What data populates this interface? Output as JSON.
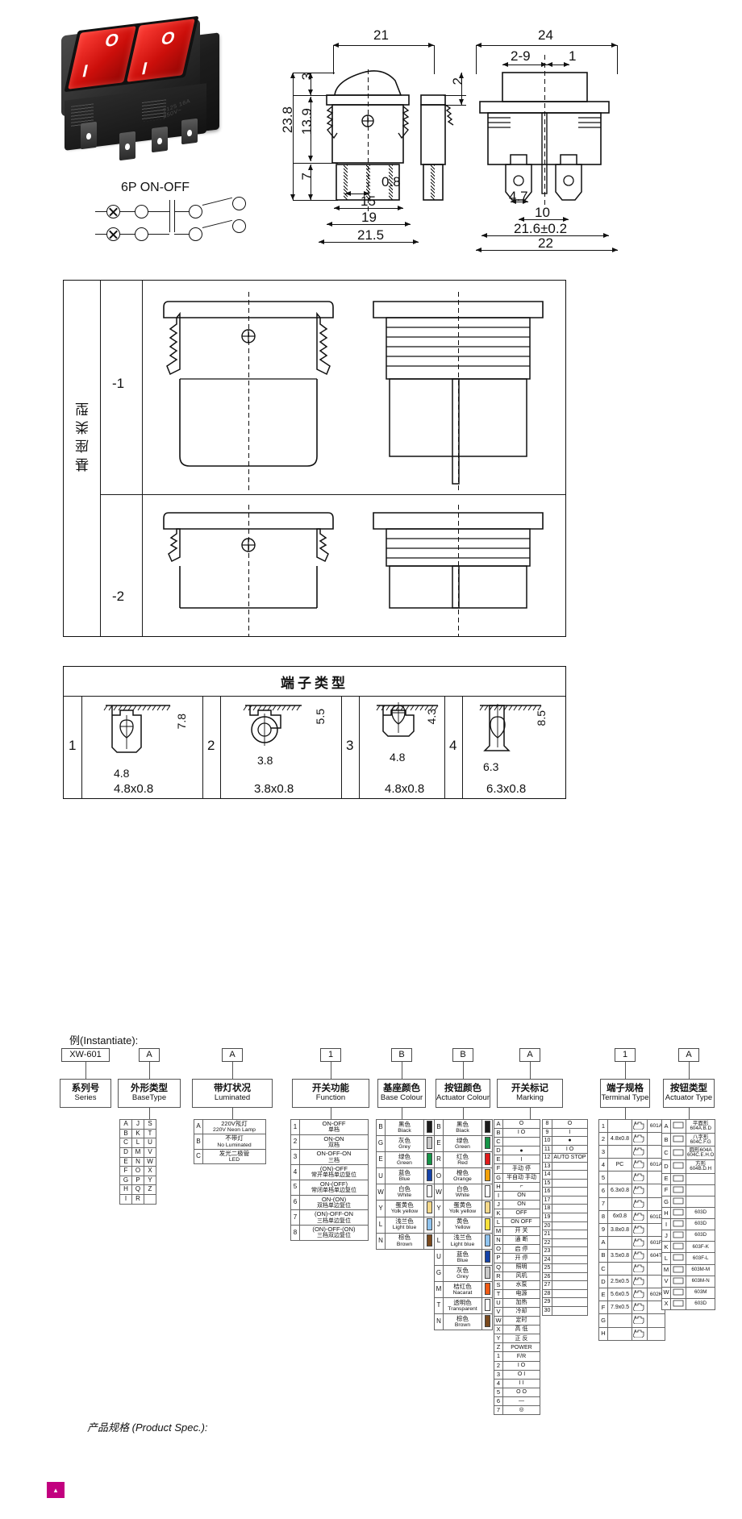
{
  "product": {
    "series": "XW-601",
    "switch_label": "6P  ON-OFF",
    "body_marking": "T125 16A 250V~"
  },
  "front_view": {
    "dims": [
      "21",
      "3",
      "23.8",
      "13.9",
      "7",
      "0.8",
      "15",
      "19",
      "21.5"
    ]
  },
  "side_view": {
    "dims": [
      "2"
    ]
  },
  "bottom_view": {
    "dims": [
      "24",
      "2-9",
      "1",
      "4.7",
      "10",
      "21.6±0.2",
      "22"
    ]
  },
  "base_type": {
    "title_cn": "基座类型",
    "rows": [
      "-1",
      "-2"
    ]
  },
  "terminal_type": {
    "title_cn": "端子类型",
    "items": [
      {
        "no": "1",
        "w": "4.8",
        "h": "7.8",
        "spec": "4.8x0.8"
      },
      {
        "no": "2",
        "w": "3.8",
        "h": "5.5",
        "spec": "3.8x0.8"
      },
      {
        "no": "3",
        "w": "4.8",
        "h": "4.3",
        "spec": "4.8x0.8"
      },
      {
        "no": "4",
        "w": "6.3",
        "h": "8.5",
        "spec": "6.3x0.8"
      }
    ]
  },
  "ordering": {
    "heading": "例(Instantiate):",
    "example_codes": [
      "XW-601",
      "A",
      "A",
      "1",
      "B",
      "B",
      "A",
      "1",
      "A"
    ],
    "columns": [
      {
        "cn": "系列号",
        "en": "Series"
      },
      {
        "cn": "外形类型",
        "en": "BaseType"
      },
      {
        "cn": "带灯状况",
        "en": "Luminated"
      },
      {
        "cn": "开关功能",
        "en": "Function"
      },
      {
        "cn": "基座颜色",
        "en": "Base Colour"
      },
      {
        "cn": "按钮颜色",
        "en": "Actuator Colour"
      },
      {
        "cn": "开关标记",
        "en": "Marking"
      },
      {
        "cn": "端子规格",
        "en": "Terminal Type"
      },
      {
        "cn": "按钮类型",
        "en": "Actuator Type"
      }
    ],
    "base_type_letters": [
      [
        "A",
        "J",
        "S"
      ],
      [
        "B",
        "K",
        "T"
      ],
      [
        "C",
        "L",
        "U"
      ],
      [
        "D",
        "M",
        "V"
      ],
      [
        "E",
        "N",
        "W"
      ],
      [
        "F",
        "O",
        "X"
      ],
      [
        "G",
        "P",
        "Y"
      ],
      [
        "H",
        "Q",
        "Z"
      ],
      [
        "I",
        "R",
        ""
      ]
    ],
    "luminated": [
      {
        "code": "A",
        "cn": "220V氖灯",
        "en": "220V Neon Lamp"
      },
      {
        "code": "B",
        "cn": "不带灯",
        "en": "No Luminated"
      },
      {
        "code": "C",
        "cn": "发光二极管",
        "en": "LED"
      }
    ],
    "function": [
      {
        "code": "1",
        "en": "ON-OFF",
        "cn": "单档"
      },
      {
        "code": "2",
        "en": "ON-ON",
        "cn": "双档"
      },
      {
        "code": "3",
        "en": "ON-OFF-ON",
        "cn": "三档"
      },
      {
        "code": "4",
        "en": "(ON)-OFF",
        "cn": "常开单档单边复位"
      },
      {
        "code": "5",
        "en": "ON-(OFF)",
        "cn": "常闭单档单边复位"
      },
      {
        "code": "6",
        "en": "ON-(ON)",
        "cn": "双档单边复位"
      },
      {
        "code": "7",
        "en": "(ON)-OFF-ON",
        "cn": "三档单边复位"
      },
      {
        "code": "8",
        "en": "(ON)-OFF-(ON)",
        "cn": "三档双边复位"
      }
    ],
    "base_colour": [
      {
        "code": "B",
        "cn": "黑色",
        "en": "Black",
        "hex": "#1a1a1a"
      },
      {
        "code": "G",
        "cn": "灰色",
        "en": "Grey",
        "hex": "#c9c9c9"
      },
      {
        "code": "E",
        "cn": "绿色",
        "en": "Green",
        "hex": "#159447"
      },
      {
        "code": "U",
        "cn": "蓝色",
        "en": "Blue",
        "hex": "#1442a8"
      },
      {
        "code": "W",
        "cn": "白色",
        "en": "White",
        "hex": "#ffffff"
      },
      {
        "code": "Y",
        "cn": "蛋黄色",
        "en": "Yolk yellow",
        "hex": "#f5d98a"
      },
      {
        "code": "L",
        "cn": "浅兰色",
        "en": "Light blue",
        "hex": "#8fc3ee"
      },
      {
        "code": "N",
        "cn": "棕色",
        "en": "Brown",
        "hex": "#7a4a1e"
      }
    ],
    "actuator_colour": [
      {
        "code": "B",
        "cn": "黑色",
        "en": "Black",
        "hex": "#1a1a1a"
      },
      {
        "code": "E",
        "cn": "绿色",
        "en": "Green",
        "hex": "#159447"
      },
      {
        "code": "R",
        "cn": "红色",
        "en": "Red",
        "hex": "#e11b1b"
      },
      {
        "code": "O",
        "cn": "橙色",
        "en": "Orange",
        "hex": "#f2a008"
      },
      {
        "code": "W",
        "cn": "白色",
        "en": "White",
        "hex": "#ffffff"
      },
      {
        "code": "Y",
        "cn": "蛋黄色",
        "en": "Yolk yellow",
        "hex": "#f5d98a"
      },
      {
        "code": "J",
        "cn": "黄色",
        "en": "Yellow",
        "hex": "#f7e03a"
      },
      {
        "code": "L",
        "cn": "浅兰色",
        "en": "Light blue",
        "hex": "#8fc3ee"
      },
      {
        "code": "U",
        "cn": "蓝色",
        "en": "Blue",
        "hex": "#1442a8"
      },
      {
        "code": "G",
        "cn": "灰色",
        "en": "Grey",
        "hex": "#c9c9c9"
      },
      {
        "code": "M",
        "cn": "桔红色",
        "en": "Nacarat",
        "hex": "#f05a14"
      },
      {
        "code": "T",
        "cn": "透明色",
        "en": "Transparent",
        "hex": "#ffffff"
      },
      {
        "code": "N",
        "cn": "棕色",
        "en": "Brown",
        "hex": "#7a4a1e"
      }
    ],
    "marking_left": [
      {
        "code": "A",
        "sym": "O"
      },
      {
        "code": "B",
        "sym": "I    O"
      },
      {
        "code": "C",
        "sym": ""
      },
      {
        "code": "D",
        "sym": "●"
      },
      {
        "code": "E",
        "sym": "I"
      },
      {
        "code": "F",
        "sym": "手动  停"
      },
      {
        "code": "G",
        "sym": "半自动 手动"
      },
      {
        "code": "H",
        "sym": "⌐"
      },
      {
        "code": "I",
        "sym": "ON"
      },
      {
        "code": "J",
        "sym": "ON"
      },
      {
        "code": "K",
        "sym": "OFF"
      },
      {
        "code": "L",
        "sym": "ON OFF"
      },
      {
        "code": "M",
        "sym": "开 关"
      },
      {
        "code": "N",
        "sym": "通 断"
      },
      {
        "code": "O",
        "sym": "启 停"
      },
      {
        "code": "P",
        "sym": "开 停"
      },
      {
        "code": "Q",
        "sym": "照明"
      },
      {
        "code": "R",
        "sym": "风机"
      },
      {
        "code": "S",
        "sym": "水泵"
      },
      {
        "code": "T",
        "sym": "电源"
      },
      {
        "code": "U",
        "sym": "加热"
      },
      {
        "code": "V",
        "sym": "冷却"
      },
      {
        "code": "W",
        "sym": "定时"
      },
      {
        "code": "X",
        "sym": "高 低"
      },
      {
        "code": "Y",
        "sym": "正 反"
      },
      {
        "code": "Z",
        "sym": "POWER"
      },
      {
        "code": "1",
        "sym": "F/R"
      },
      {
        "code": "2",
        "sym": "I O"
      },
      {
        "code": "3",
        "sym": "O I"
      },
      {
        "code": "4",
        "sym": "I I"
      },
      {
        "code": "5",
        "sym": "O O"
      },
      {
        "code": "6",
        "sym": "—"
      },
      {
        "code": "7",
        "sym": "◎"
      }
    ],
    "marking_right": [
      {
        "no": "8",
        "sym": "O"
      },
      {
        "no": "9",
        "sym": "I"
      },
      {
        "no": "10",
        "sym": "●"
      },
      {
        "no": "11",
        "sym": "I  O"
      },
      {
        "no": "12",
        "sym": "AUTO  STOP"
      },
      {
        "no": "13",
        "sym": ""
      },
      {
        "no": "14",
        "sym": ""
      },
      {
        "no": "15",
        "sym": ""
      },
      {
        "no": "16",
        "sym": ""
      },
      {
        "no": "17",
        "sym": ""
      },
      {
        "no": "18",
        "sym": ""
      },
      {
        "no": "19",
        "sym": ""
      },
      {
        "no": "20",
        "sym": ""
      },
      {
        "no": "21",
        "sym": ""
      },
      {
        "no": "22",
        "sym": ""
      },
      {
        "no": "23",
        "sym": ""
      },
      {
        "no": "24",
        "sym": ""
      },
      {
        "no": "25",
        "sym": ""
      },
      {
        "no": "26",
        "sym": ""
      },
      {
        "no": "27",
        "sym": ""
      },
      {
        "no": "28",
        "sym": ""
      },
      {
        "no": "29",
        "sym": ""
      },
      {
        "no": "30",
        "sym": ""
      }
    ],
    "terminal_spec": [
      {
        "code": "1",
        "spec": "",
        "note": "601A"
      },
      {
        "code": "2",
        "spec": "4.8x0.8",
        "note": ""
      },
      {
        "code": "3",
        "spec": "",
        "note": ""
      },
      {
        "code": "4",
        "spec": "PC",
        "note": "601A"
      },
      {
        "code": "5",
        "spec": "",
        "note": ""
      },
      {
        "code": "6",
        "spec": "6.3x0.8",
        "note": ""
      },
      {
        "code": "7",
        "spec": "",
        "note": ""
      },
      {
        "code": "8",
        "spec": "6x0.8",
        "note": "601D"
      },
      {
        "code": "9",
        "spec": "3.8x0.8",
        "note": ""
      },
      {
        "code": "A",
        "spec": "",
        "note": "601F"
      },
      {
        "code": "B",
        "spec": "3.5x0.8",
        "note": "604T"
      },
      {
        "code": "C",
        "spec": "",
        "note": ""
      },
      {
        "code": "D",
        "spec": "2.5x0.5",
        "note": ""
      },
      {
        "code": "E",
        "spec": "5.6x0.5",
        "note": "602K"
      },
      {
        "code": "F",
        "spec": "7.9x0.5",
        "note": ""
      },
      {
        "code": "G",
        "spec": "",
        "note": ""
      },
      {
        "code": "H",
        "spec": "",
        "note": ""
      }
    ],
    "actuator_type": [
      {
        "code": "A",
        "cn": "平面形",
        "en": "604A.B.D"
      },
      {
        "code": "B",
        "cn": "八字形",
        "en": "604C.F.G"
      },
      {
        "code": "C",
        "cn": "圆形604A",
        "en": "604C.E.H.O"
      },
      {
        "code": "D",
        "cn": "方形",
        "en": "604B.D.H"
      },
      {
        "code": "E",
        "cn": "",
        "en": ""
      },
      {
        "code": "F",
        "cn": "",
        "en": ""
      },
      {
        "code": "G",
        "cn": "",
        "en": ""
      },
      {
        "code": "H",
        "cn": "",
        "en": "603D"
      },
      {
        "code": "I",
        "cn": "",
        "en": "603D"
      },
      {
        "code": "J",
        "cn": "",
        "en": "603D"
      },
      {
        "code": "K",
        "cn": "",
        "en": "603F-K"
      },
      {
        "code": "L",
        "cn": "",
        "en": "603F-L"
      },
      {
        "code": "M",
        "cn": "",
        "en": "603M-M"
      },
      {
        "code": "V",
        "cn": "",
        "en": "603M-N"
      },
      {
        "code": "W",
        "cn": "",
        "en": "603M"
      },
      {
        "code": "X",
        "cn": "",
        "en": "603D"
      }
    ]
  },
  "footer": {
    "spec_label": "产品规格 (Product Spec.):"
  }
}
